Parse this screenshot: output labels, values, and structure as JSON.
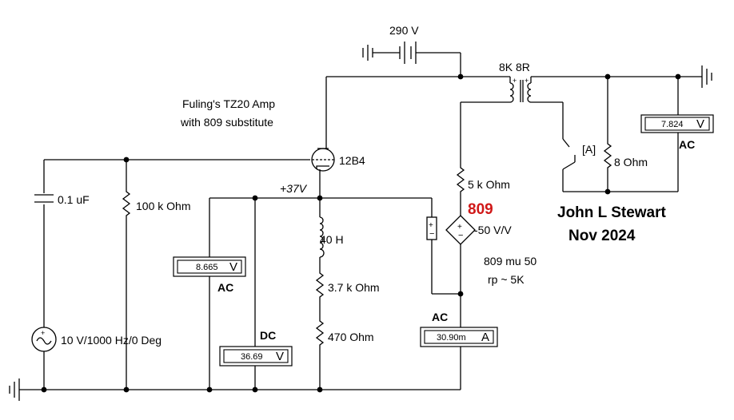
{
  "title": {
    "line1": "Fuling's TZ20 Amp",
    "line2": "with 809 substitute"
  },
  "author": {
    "name": "John L Stewart",
    "date": "Nov 2024"
  },
  "supply": {
    "label": "290 V"
  },
  "transformer": {
    "label": "8K 8R"
  },
  "tube": {
    "label": "12B4"
  },
  "cathode_node": {
    "label": "+37V"
  },
  "components": {
    "c_coupling": "0.1 uF",
    "r_grid": "100 k Ohm",
    "choke": "40 H",
    "r_cathode1": "3.7 k Ohm",
    "r_cathode2": "470  Ohm",
    "r_plate_809": "5 k Ohm",
    "source_gain": "-50 V/V",
    "r_load": "8  Ohm",
    "switch_label": "[A]",
    "ac_source": "10 V/1000 Hz/0 Deg"
  },
  "tube_809": {
    "label": "809",
    "mu": "809 mu 50",
    "rp": "rp ~ 5K",
    "color": "#d01818"
  },
  "meters": {
    "ac_cathode": {
      "value": "8.665",
      "unit": "V",
      "mode": "AC"
    },
    "dc_cathode": {
      "value": "36.69",
      "unit": "V",
      "mode": "DC"
    },
    "ac_current": {
      "value": "30.90m",
      "unit": "A",
      "mode": "AC"
    },
    "ac_output": {
      "value": "7.824",
      "unit": "V",
      "mode": "AC"
    }
  }
}
